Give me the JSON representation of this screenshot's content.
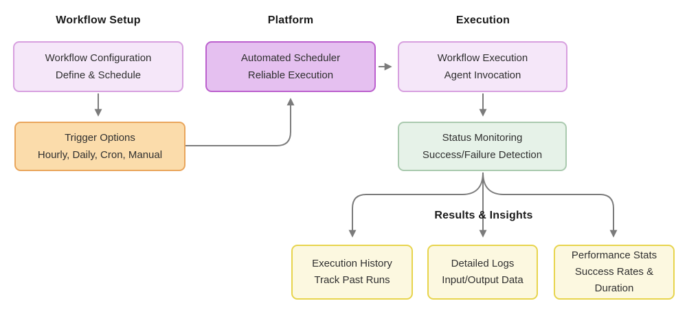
{
  "sections": {
    "workflow_setup": "Workflow Setup",
    "platform": "Platform",
    "execution": "Execution",
    "results_insights": "Results & Insights"
  },
  "nodes": {
    "workflow_config": {
      "line1": "Workflow Configuration",
      "line2": "Define & Schedule"
    },
    "automated_scheduler": {
      "line1": "Automated Scheduler",
      "line2": "Reliable Execution"
    },
    "workflow_execution": {
      "line1": "Workflow Execution",
      "line2": "Agent Invocation"
    },
    "trigger_options": {
      "line1": "Trigger Options",
      "line2": "Hourly, Daily, Cron, Manual"
    },
    "status_monitoring": {
      "line1": "Status Monitoring",
      "line2": "Success/Failure Detection"
    },
    "execution_history": {
      "line1": "Execution History",
      "line2": "Track Past Runs"
    },
    "detailed_logs": {
      "line1": "Detailed Logs",
      "line2": "Input/Output Data"
    },
    "performance_stats": {
      "line1": "Performance Stats",
      "line2": "Success Rates & Duration"
    }
  },
  "colors": {
    "purple_light_fill": "#f5e7f9",
    "purple_light_border": "#d79fdf",
    "purple_fill": "#e5c0f0",
    "purple_border": "#bb5fcd",
    "orange_fill": "#fbdcab",
    "orange_border": "#e9a55b",
    "green_fill": "#e6f2e8",
    "green_border": "#a9c9ae",
    "yellow_fill": "#fcf8e0",
    "yellow_border": "#e7d44c",
    "arrow": "#7b7b7b",
    "heading_text": "#1a1a1a",
    "node_text": "#2f2f2f"
  }
}
